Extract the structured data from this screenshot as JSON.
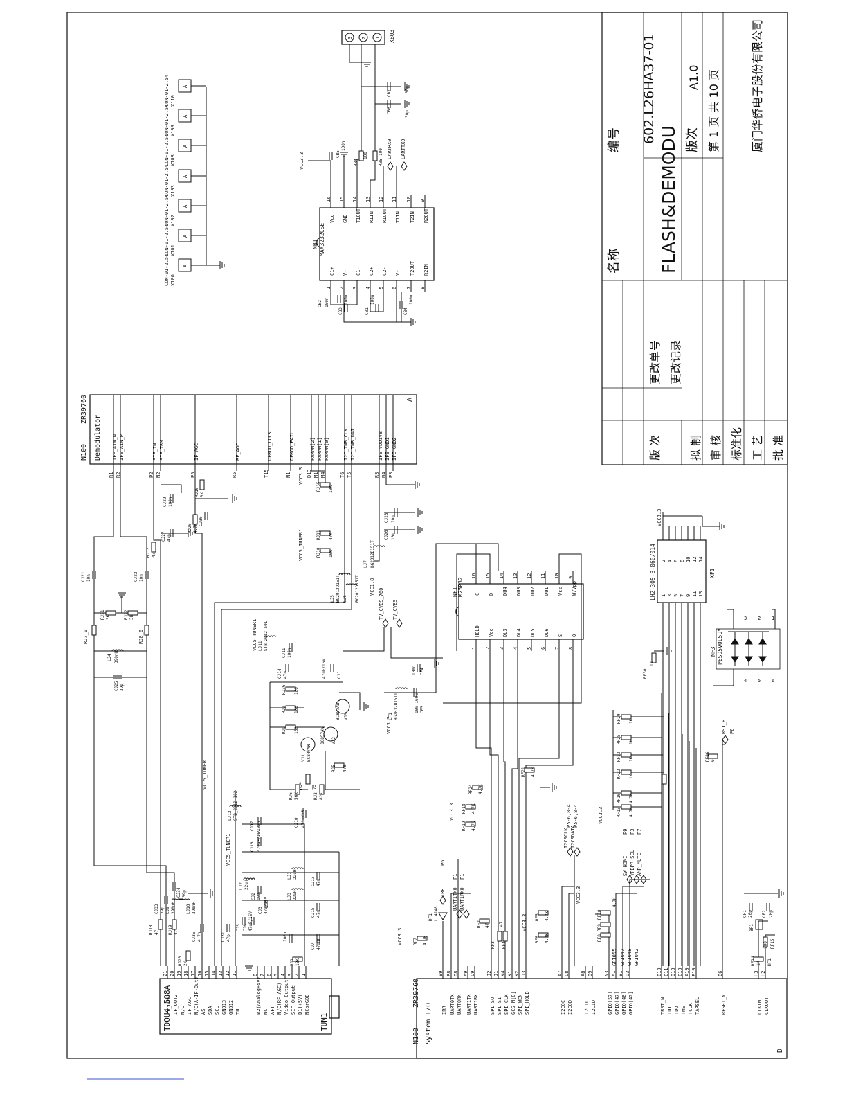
{
  "title_block": {
    "name_label": "名称",
    "name_value": "FLASH&DEMODU",
    "number_label": "编号",
    "number_value": "602.L26HA37-01",
    "version_label": "版次",
    "version_value": "A1.0",
    "page_line": "第 1 页   共 10 页",
    "company": "厦门华侨电子股份有限公司",
    "change_no_label": "更改单号",
    "change_rec_label": "更改记录",
    "rev_label": "版 次",
    "roles": [
      "拟 制",
      "审 核",
      "标准化",
      "工 艺",
      "批 准"
    ]
  },
  "demod": {
    "ref": "N100",
    "part": "ZR39760",
    "name": "Demodulator",
    "sub": "A",
    "pins": [
      {
        "num": "R1",
        "name": "IFE_AIN_N"
      },
      {
        "num": "R2",
        "name": "IFE_AIN_P"
      },
      {
        "num": "P2",
        "name": "SIF_IN"
      },
      {
        "num": "N2",
        "name": "SIF_TRM"
      },
      {
        "num": "P5",
        "name": "IF_AGC"
      },
      {
        "num": "R5",
        "name": "RF_AGC"
      },
      {
        "num": "T15",
        "name": "DEMOD_LOCK"
      },
      {
        "num": "N1",
        "name": "DEMOD_FAIL"
      },
      {
        "num": "D13",
        "name": "PARAM[2]"
      },
      {
        "num": "M1",
        "name": "PARAM[1]"
      },
      {
        "num": "M4",
        "name": "PARAM[0]"
      },
      {
        "num": "T6",
        "name": "I2C_TNR_CLK"
      },
      {
        "num": "T5",
        "name": "I2C_TNR_DAT"
      },
      {
        "num": "R3",
        "name": "IFE_VDD1V8"
      },
      {
        "num": "N4",
        "name": "IFE_GND1"
      },
      {
        "num": "P3",
        "name": "IFE_GND2"
      }
    ]
  },
  "sysio": {
    "ref": "N100",
    "part": "ZR39760",
    "name": "System I/O",
    "sub": "D",
    "pins": [
      {
        "num": "B9",
        "name": "IRR"
      },
      {
        "num": "B8",
        "name": "UART0TX"
      },
      {
        "num": "D8",
        "name": "UART0RX"
      },
      {
        "num": "A9",
        "name": "UART1TX"
      },
      {
        "num": "C9",
        "name": "UART1RX"
      },
      {
        "num": "J2",
        "name": "SPI_SO"
      },
      {
        "num": "J1",
        "name": "SPI_SI"
      },
      {
        "num": "K4",
        "name": "SPI_CLK"
      },
      {
        "num": "K1",
        "name": "GCS_N[0]"
      },
      {
        "num": "K2",
        "name": "SPI_WEN"
      },
      {
        "num": "J3",
        "name": "SPI_HOLD"
      },
      {
        "num": "A7",
        "name": "I2C0C"
      },
      {
        "num": "C8",
        "name": "I2C0D"
      },
      {
        "num": "A8",
        "name": "I2C1C"
      },
      {
        "num": "D9",
        "name": "I2C1D"
      },
      {
        "num": "N3",
        "name": "GPIO[57]"
      },
      {
        "num": "A1",
        "name": "GPIO[47]"
      },
      {
        "num": "B1",
        "name": "GPIO[48]"
      },
      {
        "num": "D3",
        "name": "GPIO[42]"
      },
      {
        "num": "B10",
        "name": "TRST_N"
      },
      {
        "num": "C11",
        "name": "TDI"
      },
      {
        "num": "D10",
        "name": "TDO"
      },
      {
        "num": "C10",
        "name": "TMS"
      },
      {
        "num": "A10",
        "name": "TCLK"
      },
      {
        "num": "E10",
        "name": "TAPSEL"
      },
      {
        "num": "B6",
        "name": "RESET_N"
      },
      {
        "num": "H3",
        "name": "CLKIN"
      },
      {
        "num": "H2",
        "name": "CLKOUT"
      }
    ]
  },
  "tuner": {
    "ref": "TUN1",
    "part": "TDQU4-508A",
    "pins": [
      {
        "num": "21",
        "name": "IF_OUT1"
      },
      {
        "num": "20",
        "name": "IF_OUT2"
      },
      {
        "num": "19",
        "name": "N/C"
      },
      {
        "num": "18",
        "name": "IF_AGC"
      },
      {
        "num": "17",
        "name": "N/C(A-IF-Out)"
      },
      {
        "num": "16",
        "name": "AS"
      },
      {
        "num": "15",
        "name": "SDA"
      },
      {
        "num": "14",
        "name": "SCL"
      },
      {
        "num": "13",
        "name": "GND13"
      },
      {
        "num": "12",
        "name": "GND12"
      },
      {
        "num": "11",
        "name": "TU"
      },
      {
        "num": "8",
        "name": "B2(Analog+5V)"
      },
      {
        "num": "7",
        "name": "NC"
      },
      {
        "num": "6",
        "name": "AFT"
      },
      {
        "num": "5",
        "name": "N/C(RF_AGC)"
      },
      {
        "num": "4",
        "name": "Video Output"
      },
      {
        "num": "3",
        "name": "SIF Output"
      },
      {
        "num": "2",
        "name": "B1(+5V)"
      },
      {
        "num": "1",
        "name": "NCorGDB"
      }
    ]
  },
  "flash": {
    "ref": "NF1",
    "part": "M25P32",
    "left": [
      {
        "num": "16",
        "name": "C"
      },
      {
        "num": "15",
        "name": "D"
      },
      {
        "num": "14",
        "name": "DU4"
      },
      {
        "num": "13",
        "name": "DU3"
      },
      {
        "num": "12",
        "name": "DU2"
      },
      {
        "num": "11",
        "name": "DU1"
      },
      {
        "num": "10",
        "name": "Vss"
      },
      {
        "num": "9",
        "name": "W/Vpp"
      }
    ],
    "right": [
      {
        "num": "1",
        "name": "HOLD"
      },
      {
        "num": "2",
        "name": "Vcc"
      },
      {
        "num": "3",
        "name": "DU3"
      },
      {
        "num": "4",
        "name": "DU4"
      },
      {
        "num": "5",
        "name": "DU5"
      },
      {
        "num": "6",
        "name": "DU6"
      },
      {
        "num": "7",
        "name": "S"
      },
      {
        "num": "8",
        "name": "Q"
      }
    ]
  },
  "max": {
    "ref": "NB1",
    "part": "MAX3232CSE",
    "top": [
      {
        "num": "16",
        "name": "Vcc"
      },
      {
        "num": "15",
        "name": "GND"
      },
      {
        "num": "14",
        "name": "T1OUT"
      },
      {
        "num": "13",
        "name": "R1IN"
      },
      {
        "num": "12",
        "name": "R1OUT"
      },
      {
        "num": "11",
        "name": "T1IN"
      },
      {
        "num": "10",
        "name": "T2IN"
      },
      {
        "num": "9",
        "name": "R2OUT"
      }
    ],
    "bottom": [
      {
        "num": "1",
        "name": "C1+"
      },
      {
        "num": "2",
        "name": "V+"
      },
      {
        "num": "3",
        "name": "C1-"
      },
      {
        "num": "4",
        "name": "C2+"
      },
      {
        "num": "5",
        "name": "C2-"
      },
      {
        "num": "6",
        "name": "V-"
      },
      {
        "num": "7",
        "name": "T2OUT"
      },
      {
        "num": "8",
        "name": "R2IN"
      }
    ]
  },
  "connectors": [
    {
      "ref": "X100",
      "part": "CON-01-2.54"
    },
    {
      "ref": "X101",
      "part": "CON-01-2.54"
    },
    {
      "ref": "X102",
      "part": "CON-01-2.54"
    },
    {
      "ref": "X103",
      "part": "CON-01-2.54"
    },
    {
      "ref": "X108",
      "part": "CON-01-2.54"
    },
    {
      "ref": "X109",
      "part": "CON-01-2.54"
    },
    {
      "ref": "X110",
      "part": "CON-01-2.54"
    }
  ],
  "connector_pin": "A",
  "xb03": {
    "ref": "XB03",
    "pins": [
      "3",
      "2",
      "1"
    ]
  },
  "xf1": {
    "ref": "XF1",
    "part": "LHZ-305-B-060/014",
    "left": [
      "2",
      "4",
      "6",
      "8",
      "10",
      "12",
      "14"
    ],
    "right": [
      "1",
      "3",
      "5",
      "7",
      "9",
      "11",
      "13"
    ]
  },
  "nf3": {
    "ref": "NF3",
    "part": "PESD5V0L5UY",
    "pins": [
      "4",
      "5",
      "6",
      "3",
      "2",
      "1"
    ]
  },
  "nets": {
    "vcc33": "VCC3.3",
    "vcc5_tuner": "VCC5_TUNER",
    "vcc5_tuner1": "VCC5_TUNER1",
    "vcc18": "VCC1.8",
    "tv_cvbs_760": "TV_CVBS_760",
    "tv_cvbs": "TV_CVBS",
    "i2c0clk": "I2C0CLK",
    "i2c0data": "I2C0DATA",
    "i2c0clk_dest": "P5-6,8-4",
    "i2c0data_dest": "P5-6,8-4",
    "sw_hdmi": "SW_HDMI",
    "sw_hdmi_dest": "P9",
    "ypbpr_sel": "YPBPR_SEL",
    "ypbpr_sel_dest": "P3",
    "amp_mute": "AMP_MUTE",
    "amp_mute_dest": "P7",
    "irr": "IRR",
    "irr_dest": "P6",
    "uart1tx0": "UART1TX0",
    "uart1tx0_dest": "P1",
    "uart1rx0": "UART1RX0",
    "uart1rx0_dest": "P1",
    "uartrx0": "UARTRX0",
    "uarttx0": "UARTTX0",
    "rst_p": "RST_P",
    "rst_dest": "P6",
    "gpio55": "GPIO55",
    "gpio47": "GPIO47",
    "gpio48": "GPIO48",
    "gpio42": "GPIO42"
  },
  "parts": {
    "RJ7": "RJ7_0",
    "RJ8": "RJ8_0",
    "LJ4": "LJ4",
    "LJ4v": "390nH",
    "RJ21": "RJ21",
    "RJ21v": "3K",
    "RJ22": "RJ22",
    "RJ22v": "3K",
    "CJ21": "CJ21",
    "CJ21v": "10n",
    "CJ22": "CJ22",
    "CJ22v": "10n",
    "CJ25": "CJ25",
    "CJ25v": "39p",
    "RJ12": "RJ12",
    "RJ12v": "47",
    "CJ27": "CJ27",
    "CJ27v": "47p",
    "RJ20": "RJ20",
    "RJ20v": "4.7K",
    "CJ30": "CJ30",
    "CJ30v": "100n",
    "RJ16": "RJ16",
    "RJ16v": "3K",
    "CJ29": "CJ29",
    "CJ29v": "100n",
    "RJ11": "RJ11",
    "RJ11v": "47K",
    "RJ10": "RJ10",
    "RJ10v": "10K",
    "RJ15": "RJ15",
    "RJ15v": "10K",
    "LJ5": "LJ5",
    "LJ5v": "BG2012D151T",
    "LJ6": "LJ6",
    "LJ6v": "BG2012D151T",
    "LJ7": "LJ7",
    "LJ7v": "BG2012D151T",
    "CJ28": "CJ28",
    "CJ28v": "10n",
    "CJ26": "CJ26",
    "CJ26v": "10u",
    "CJ33": "CJ33",
    "CJ33v": "39p",
    "LJ9": "LJ9",
    "LJ9v": "390nH",
    "CJ34": "CJ34",
    "CJ34v": "39p",
    "LJ10": "LJ10",
    "LJ10v": "390nH",
    "RJ18": "RJ18",
    "RJ18v": "47",
    "RJ19": "RJ19",
    "RJ19v": "47",
    "RJ23": "RJ23",
    "RJ23v": "2K",
    "CJ35": "CJ35",
    "CJ35v": "4.7n",
    "CJ31": "CJ31",
    "CJ31v": "47p",
    "LJ2": "LJ2",
    "LJ2v": "22uH",
    "CJ2": "CJ2",
    "CJ2v": "100n",
    "CJ3": "CJ3",
    "CJ3v": "47u/16V",
    "CJ6": "CJ6",
    "CJ6v": "47uF/16V",
    "CJ5": "CJ5",
    "CJ5v": "100n",
    "RJ1": "RJ1",
    "RJ1v": "10K",
    "LJ1": "LJ1",
    "LJ1v": "22uH",
    "LJ3": "LJ3",
    "LJ3v": "22uH",
    "CJ13": "CJ13",
    "CJ13v": "47n",
    "CJ15": "CJ15",
    "CJ15v": "47n",
    "CJ7": "CJ7",
    "CJ7v": "470uF",
    "CJ16": "CJ16",
    "CJ16v": "470uF/16V",
    "CJ17": "CJ17",
    "CJ17v": "100n",
    "LJ12": "LJ12",
    "LJ12v": "STB_2012-102",
    "CJ10": "CJ10",
    "CJ10v": "470u/16V",
    "RJ4": "RJ4",
    "RJ4v": "75",
    "RJ3": "RJ3",
    "RJ3v": "82K",
    "RJ6": "RJ6",
    "RJ6v": "56K",
    "VJ1": "VJ1",
    "VJ1v": "BC847AW",
    "VJ2": "VJ2",
    "VJ2v": "BC857AW",
    "VJ3": "VJ3",
    "VJ3v": "BC857AW",
    "RJ5": "RJ5",
    "RJ5v": "470",
    "RJ9": "RJ9",
    "RJ9v": "180",
    "RJ2": "RJ2",
    "RJ2v": "180",
    "RJ36": "RJ36",
    "RJ36v": "180",
    "CJ14": "CJ14",
    "CJ14v": "47n",
    "CJ11": "CJ11",
    "CJ11v": "100n",
    "LJ11": "LJ11",
    "LJ11v": "STB_2012-501",
    "CJ1": "CJ1",
    "CJ1v": "47uF/16V",
    "LF1": "LF1",
    "LF1v": "BG2012D151T",
    "CF3": "CF3",
    "CF3v": "10V 100uF",
    "CF4": "CF4",
    "CF4v": "100n",
    "RF18": "RF18",
    "RF18v": "4.7K",
    "RF19": "RF19",
    "RF19v": "4.7K",
    "RF20": "RF20",
    "RF20v": "4.7K",
    "RF21": "RF21",
    "RF21v": "4.7K",
    "RF24": "RF24",
    "RF24v": "4.7K",
    "RF2": "RF2",
    "RF2v": "47",
    "RF3": "RF3",
    "RF3v": "47",
    "RF4": "RF4",
    "RF5": "RF5",
    "RF5v": "4.7K",
    "RF6": "RF6",
    "RF6v": "4.7K",
    "RF7": "RF7",
    "RF7v": "4.7K",
    "RF8": "RF8",
    "RF9": "RF9",
    "RF10": "RF10",
    "RF10v": "4.7K",
    "DF1": "DF1",
    "DF1v": "LL4148",
    "RF13": "RF13",
    "RF13v": "4.7K",
    "RF16": "RF16",
    "RF16v": "4.7K",
    "RF22": "RF22",
    "RF22v": "1K",
    "RF23": "RF23",
    "RF23v": "1K",
    "RF28": "RF28",
    "RF28v": "1K",
    "RF29": "RF29",
    "RF29v": "1K",
    "RF26": "RF26",
    "RF26v": "0",
    "RF30": "RF30",
    "RF30v": "1K",
    "CF1": "CF1",
    "CF1v": "20p",
    "CF2": "CF2",
    "CF2v": "20p",
    "BF1": "BF1",
    "RF15": "RF15",
    "RF15v": "100",
    "RF14": "RF14",
    "RF14v": "1M",
    "HF1": "HF1",
    "CB2": "CB2",
    "CB2v": "100n",
    "CB3": "CB3",
    "CB3v": "100n",
    "CB1": "CB1",
    "CB1v": "100n",
    "CB4": "CB4",
    "CB4v": "100n",
    "CB5": "CB5",
    "CB5v": "100n",
    "RB4": "RB4",
    "RB4v": "100",
    "RB5": "RB5",
    "RB5v": "100",
    "CB6": "CB6",
    "CB6v": "30p",
    "CB7": "CB7",
    "CB7v": "30p"
  }
}
